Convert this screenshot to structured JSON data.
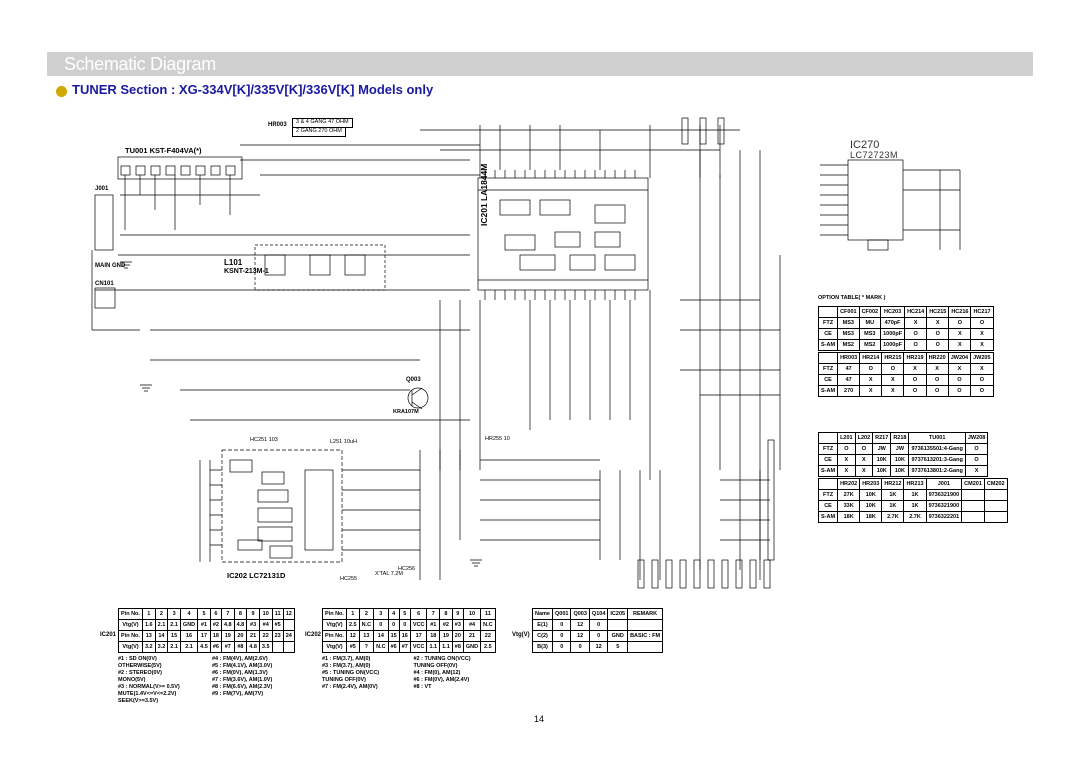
{
  "page": {
    "title": "Schematic Diagram",
    "subtitle": "TUNER Section : XG-334V[K]/335V[K]/336V[K] Models only",
    "page_number": "14"
  },
  "colors": {
    "title_bar": "#cfcfcf",
    "subtitle_text": "#1a1aa0",
    "bullet": "#d0a800"
  },
  "labels": {
    "tu001": "TU001  KST-F404VA(*)",
    "l101": "L101",
    "ksnt": "KSNT-213M-1",
    "main_gnd": "MAIN GND",
    "cn101": "CN101",
    "j001": "J001",
    "ic201": "IC201  LA1844M",
    "ic270": "IC270",
    "lc72723m": "LC72723M",
    "ic202": "IC202  LC72131D",
    "q003": "Q003",
    "kra107m": "KRA107M",
    "hr003": "HR003",
    "ohm47": "3 & 4 GANG   47 OHM",
    "ohm270": "2 GANG   270 OHM",
    "hc251": "HC251 103",
    "l251": "L251 10uH",
    "x_ic202": "X'TAL 7.2M",
    "hr255": "HR255 10",
    "hc255": "HC255",
    "hc256": "HC256"
  },
  "option_table": {
    "title": "OPTION TABLE( * MARK )",
    "header1": [
      "",
      "CF001",
      "CF002",
      "HC203",
      "HC214",
      "HC215",
      "HC216",
      "HC217"
    ],
    "rows1": [
      [
        "FTZ",
        "MS3",
        "MU",
        "470pF",
        "X",
        "X",
        "O",
        "O"
      ],
      [
        "CE",
        "MS3",
        "MS3",
        "1000pF",
        "O",
        "O",
        "X",
        "X"
      ],
      [
        "S-AM",
        "MS2",
        "MS2",
        "1000pF",
        "O",
        "O",
        "X",
        "X"
      ]
    ],
    "header2": [
      "",
      "HR003",
      "HR214",
      "HR215",
      "HR219",
      "HR220",
      "JW204",
      "JW205"
    ],
    "rows2": [
      [
        "FTZ",
        "47",
        "O",
        "O",
        "X",
        "X",
        "X",
        "X"
      ],
      [
        "CE",
        "47",
        "X",
        "X",
        "O",
        "O",
        "O",
        "O"
      ],
      [
        "S-AM",
        "270",
        "X",
        "X",
        "O",
        "O",
        "O",
        "O"
      ]
    ],
    "header3": [
      "",
      "L201",
      "L202",
      "R217",
      "R218",
      "TU001",
      "JW208"
    ],
    "rows3": [
      [
        "FTZ",
        "O",
        "O",
        "JW",
        "JW",
        "9736135501:4-Gang",
        "O"
      ],
      [
        "CE",
        "X",
        "X",
        "10K",
        "10K",
        "9737613201:3-Gang",
        "O"
      ],
      [
        "S-AM",
        "X",
        "X",
        "10K",
        "10K",
        "9737613801:2-Gang",
        "X"
      ]
    ],
    "header4": [
      "",
      "HR202",
      "HR203",
      "HR212",
      "HR213",
      "J001",
      "CM201",
      "CM202"
    ],
    "rows4": [
      [
        "FTZ",
        "27K",
        "10K",
        "1K",
        "1K",
        "9736321900",
        "",
        ""
      ],
      [
        "CE",
        "33K",
        "10K",
        "1K",
        "1K",
        "9736321900",
        "",
        ""
      ],
      [
        "S-AM",
        "18K",
        "18K",
        "2.7K",
        "2.7K",
        "9736322201",
        "",
        ""
      ]
    ]
  },
  "voltage_tables": {
    "ic201": {
      "name": "IC201",
      "pin_row1": [
        "Pin No.",
        "1",
        "2",
        "3",
        "4",
        "5",
        "6",
        "7",
        "8",
        "9",
        "10",
        "11",
        "12"
      ],
      "vtg_row1": [
        "Vtg(V)",
        "1.6",
        "2.1",
        "2.1",
        "GND",
        "#1",
        "#2",
        "4.8",
        "4.8",
        "#3",
        "#4",
        "#5"
      ],
      "pin_row2": [
        "Pin No.",
        "13",
        "14",
        "15",
        "16",
        "17",
        "18",
        "19",
        "20",
        "21",
        "22",
        "23",
        "24"
      ],
      "vtg_row2": [
        "Vtg(V)",
        "3.2",
        "3.2",
        "2.1",
        "2.1",
        "4.5",
        "#6",
        "#7",
        "#8",
        "4.8",
        "3.5"
      ],
      "notes": [
        "#1 : SD ON(0V)",
        "OTHERWISE(5V)",
        "#2 : STEREO(0V)",
        "MONO(5V)",
        "#3 : NORMAL(V>= 0.5V)",
        "MUTE(1.4V<=V<=2.2V)",
        "SEEK(V>=3.5V)",
        "#4 : FM(4V), AM(2.6V)",
        "#5 : FM(4.1V), AM(3.0V)",
        "#6 : FM(0V), AM(1.3V)",
        "#7 : FM(3.6V), AM(1.0V)",
        "#8 : FM(6.6V), AM(2.3V)",
        "#9 : FM(7V), AM(7V)"
      ]
    },
    "ic202": {
      "name": "IC202",
      "pin_row1": [
        "Pin No.",
        "1",
        "2",
        "3",
        "4",
        "5",
        "6",
        "7",
        "8",
        "9",
        "10",
        "11"
      ],
      "vtg_row1": [
        "Vtg(V)",
        "2.5",
        "N.C",
        "0",
        "0",
        "0",
        "VCC",
        "#1",
        "#2",
        "#3",
        "#4",
        "N.C"
      ],
      "pin_row2": [
        "Pin No.",
        "12",
        "13",
        "14",
        "15",
        "16",
        "17",
        "18",
        "19",
        "20",
        "21",
        "22"
      ],
      "vtg_row2": [
        "Vtg(V)",
        "#5",
        "?",
        "N.C",
        "#6",
        "#7",
        "VCC",
        "1.1",
        "1.1",
        "#8",
        "GND",
        "2.5"
      ],
      "notes": [
        "#1 : FM(3.7), AM(0)",
        "#3 : FM(3.7), AM(0)",
        "#5 : TUNING ON(VCC)",
        "TUNING OFF(0V)",
        "#7 : FM(2.4V), AM(0V)",
        "#2 : TUNING ON(VCC)",
        "TUNING OFF(0V)",
        "#4 : FM(0), AM(12)",
        "#6 : FM(0V), AM(2.4V)",
        "#8 : VT"
      ]
    },
    "transistors": {
      "header": [
        "Name",
        "Q001",
        "Q003",
        "Q104",
        "IC205",
        "REMARK"
      ],
      "rows": [
        [
          "E(1)",
          "0",
          "12",
          "0",
          "",
          ""
        ],
        [
          "C(2)",
          "0",
          "12",
          "0",
          "GND",
          "BASIC : FM"
        ],
        [
          "B(3)",
          "0",
          "0",
          "12",
          "5",
          ""
        ]
      ],
      "vtg_label": "Vtg(V)"
    }
  }
}
